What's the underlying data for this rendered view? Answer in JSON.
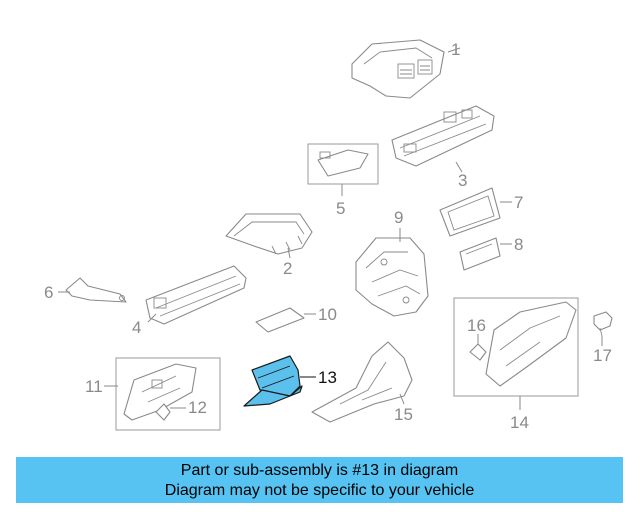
{
  "callouts": [
    "1",
    "2",
    "3",
    "4",
    "5",
    "6",
    "7",
    "8",
    "9",
    "10",
    "11",
    "12",
    "13",
    "14",
    "15",
    "16",
    "17"
  ],
  "highlighted_part": "13",
  "colors": {
    "highlight": "#5bc0ec",
    "banner": "#56c3f2",
    "line_art": "#8a8a8a"
  },
  "banner": {
    "line1": "Part or sub-assembly is #13 in diagram",
    "line2": "Diagram may not be specific to your vehicle"
  }
}
